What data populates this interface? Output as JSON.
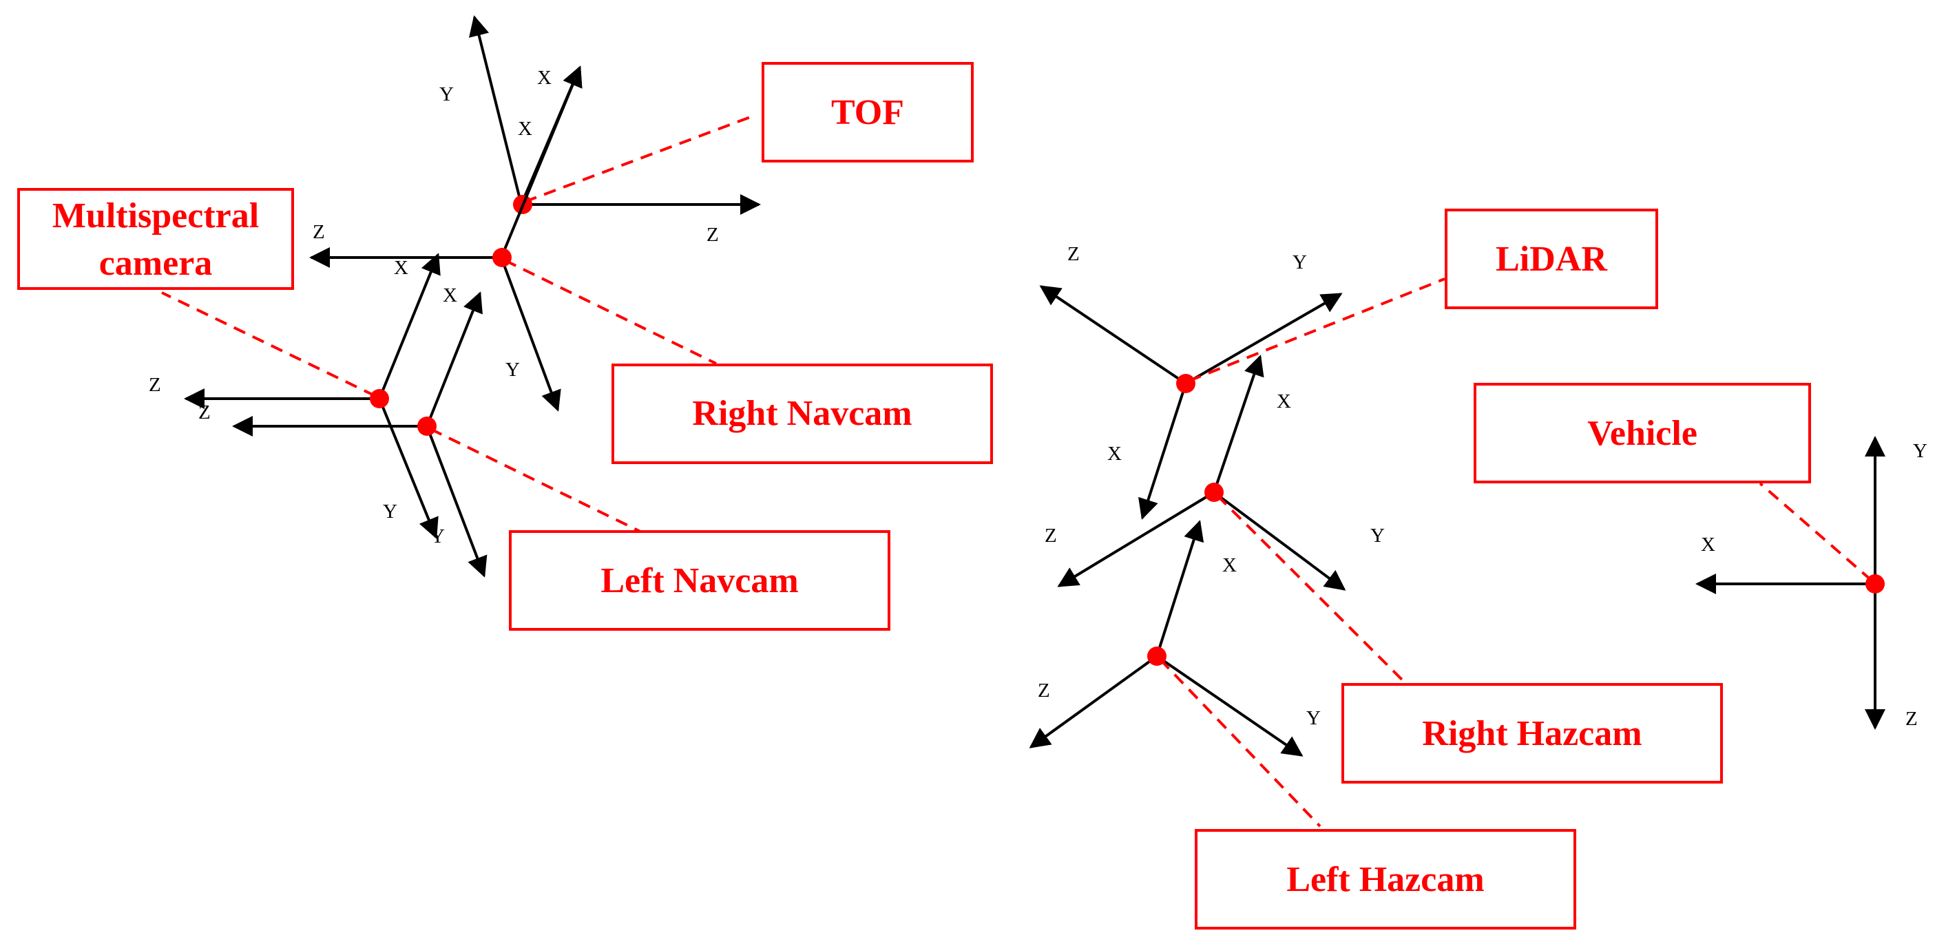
{
  "colors": {
    "accent": "#ff0000",
    "axis": "#000000",
    "background": "#ffffff"
  },
  "sensors": [
    {
      "id": "tof",
      "label_lines": [
        "TOF"
      ],
      "axes": [
        {
          "label": "X"
        },
        {
          "label": "Y"
        },
        {
          "label": "Z"
        }
      ]
    },
    {
      "id": "right-navcam",
      "label_lines": [
        "Right Navcam"
      ],
      "axes": [
        {
          "label": "X"
        },
        {
          "label": "Y"
        },
        {
          "label": "Z"
        }
      ]
    },
    {
      "id": "multispectral-camera",
      "label_lines": [
        "Multispectral",
        "camera"
      ],
      "axes": [
        {
          "label": "X"
        },
        {
          "label": "Y"
        },
        {
          "label": "Z"
        }
      ]
    },
    {
      "id": "left-navcam",
      "label_lines": [
        "Left Navcam"
      ],
      "axes": [
        {
          "label": "X"
        },
        {
          "label": "Y"
        },
        {
          "label": "Z"
        }
      ]
    },
    {
      "id": "lidar",
      "label_lines": [
        "LiDAR"
      ],
      "axes": [
        {
          "label": "X"
        },
        {
          "label": "Y"
        },
        {
          "label": "Z"
        }
      ]
    },
    {
      "id": "right-hazcam",
      "label_lines": [
        "Right Hazcam"
      ],
      "axes": [
        {
          "label": "X"
        },
        {
          "label": "Y"
        },
        {
          "label": "Z"
        }
      ]
    },
    {
      "id": "left-hazcam",
      "label_lines": [
        "Left Hazcam"
      ],
      "axes": [
        {
          "label": "X"
        },
        {
          "label": "Y"
        },
        {
          "label": "Z"
        }
      ]
    },
    {
      "id": "vehicle",
      "label_lines": [
        "Vehicle"
      ],
      "axes": [
        {
          "label": "X"
        },
        {
          "label": "Y"
        },
        {
          "label": "Z"
        }
      ]
    }
  ]
}
